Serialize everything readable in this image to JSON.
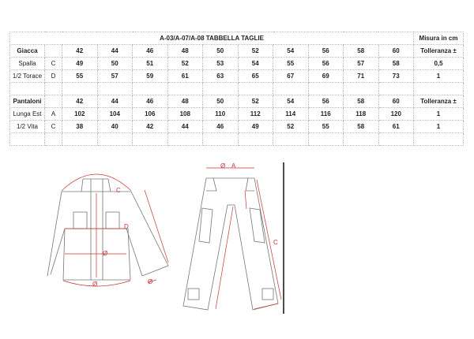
{
  "title": "A-03/A-07/A-08 TABBELLA TAGLIE",
  "unit": "Misura in cm",
  "jacket": {
    "label": "Giacca",
    "sizes": [
      "42",
      "44",
      "46",
      "48",
      "50",
      "52",
      "54",
      "56",
      "58",
      "60"
    ],
    "tol_label": "Tolleranza ±",
    "rows": [
      {
        "name": "Spalla",
        "code": "C",
        "values": [
          "49",
          "50",
          "51",
          "52",
          "53",
          "54",
          "55",
          "56",
          "57",
          "58"
        ],
        "tol": "0,5"
      },
      {
        "name": "1/2 Torace",
        "code": "D",
        "values": [
          "55",
          "57",
          "59",
          "61",
          "63",
          "65",
          "67",
          "69",
          "71",
          "73"
        ],
        "tol": "1"
      }
    ]
  },
  "pants": {
    "label": "Pantaloni",
    "sizes": [
      "42",
      "44",
      "46",
      "48",
      "50",
      "52",
      "54",
      "56",
      "58",
      "60"
    ],
    "tol_label": "Tolleranza ±",
    "rows": [
      {
        "name": "Lunga Est",
        "code": "A",
        "values": [
          "102",
          "104",
          "106",
          "108",
          "110",
          "112",
          "114",
          "116",
          "118",
          "120"
        ],
        "tol": "1"
      },
      {
        "name": "1/2 Vita",
        "code": "C",
        "values": [
          "38",
          "40",
          "42",
          "44",
          "46",
          "49",
          "52",
          "55",
          "58",
          "61"
        ],
        "tol": "1"
      }
    ]
  },
  "diagram": {
    "jacket_labels": [
      "C",
      "D",
      "Ø",
      "Ø",
      "Ø"
    ],
    "pants_labels": [
      "Ø",
      "A",
      "C"
    ]
  }
}
